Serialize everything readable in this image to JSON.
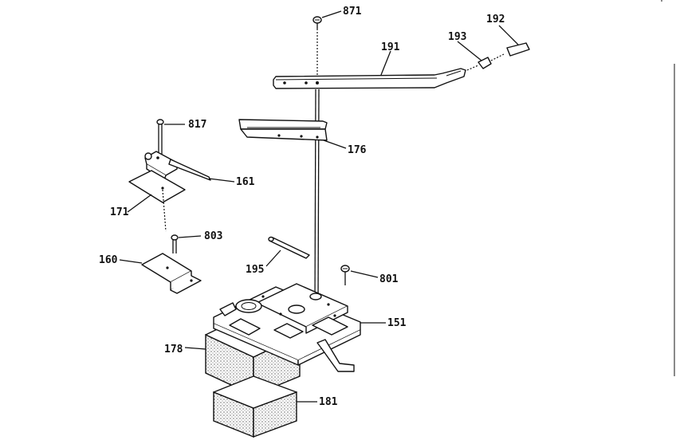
{
  "labels": {
    "p871": "871",
    "p191": "191",
    "p193": "193",
    "p192": "192",
    "p817": "817",
    "p176": "176",
    "p161": "161",
    "p171": "171",
    "p803": "803",
    "p160": "160",
    "p195": "195",
    "p801": "801",
    "p151": "151",
    "p178": "178",
    "p181": "181"
  }
}
